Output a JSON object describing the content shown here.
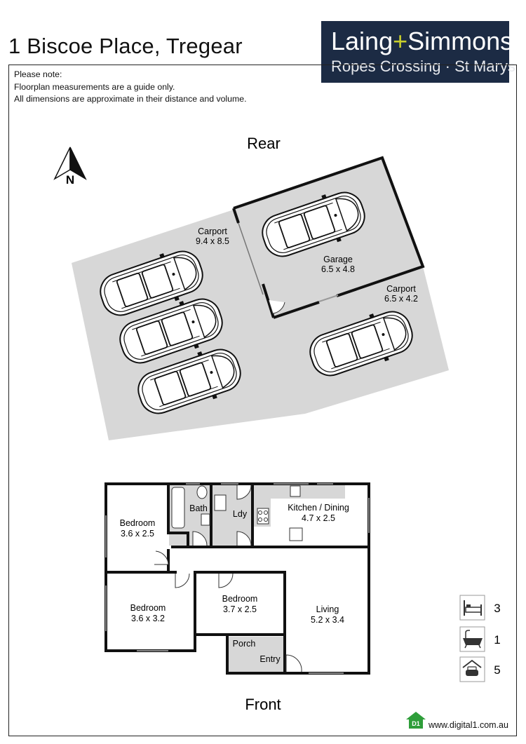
{
  "listing": {
    "address": "1 Biscoe Place, Tregear"
  },
  "agency": {
    "name_part1": "Laing",
    "name_plus": "+",
    "name_part2": "Simmons",
    "offices": "Ropes Crossing · St Marys",
    "colors": {
      "background": "#1c2b44",
      "accent": "#c9cf2b",
      "text": "#ffffff"
    }
  },
  "disclaimer": {
    "heading": "Please note:",
    "line1": "Floorplan measurements are a guide only.",
    "line2": "All dimensions are approximate in their distance and volume."
  },
  "compass": {
    "label": "N",
    "icon": "north-arrow-icon"
  },
  "orientation": {
    "rear": "Rear",
    "front": "Front"
  },
  "rooms": {
    "carport_left": {
      "name": "Carport",
      "size": "9.4 x 8.5"
    },
    "garage": {
      "name": "Garage",
      "size": "6.5 x 4.8"
    },
    "carport_right": {
      "name": "Carport",
      "size": "6.5 x 4.2"
    },
    "bedroom1": {
      "name": "Bedroom",
      "size": "3.6 x 2.5"
    },
    "bath": {
      "name": "Bath"
    },
    "laundry": {
      "name": "Ldy"
    },
    "kitchen": {
      "name": "Kitchen / Dining",
      "size": "4.7 x 2.5"
    },
    "bedroom2": {
      "name": "Bedroom",
      "size": "3.6 x 3.2"
    },
    "bedroom3": {
      "name": "Bedroom",
      "size": "3.7 x 2.5"
    },
    "living": {
      "name": "Living",
      "size": "5.2 x 3.4"
    },
    "porch": {
      "name": "Porch"
    },
    "entry": {
      "name": "Entry"
    }
  },
  "features": [
    {
      "icon": "bed-icon",
      "value": "3"
    },
    {
      "icon": "bathtub-icon",
      "value": "1"
    },
    {
      "icon": "garage-car-icon",
      "value": "5"
    }
  ],
  "footer": {
    "badge": "D1",
    "website": "www.digital1.com.au"
  }
}
